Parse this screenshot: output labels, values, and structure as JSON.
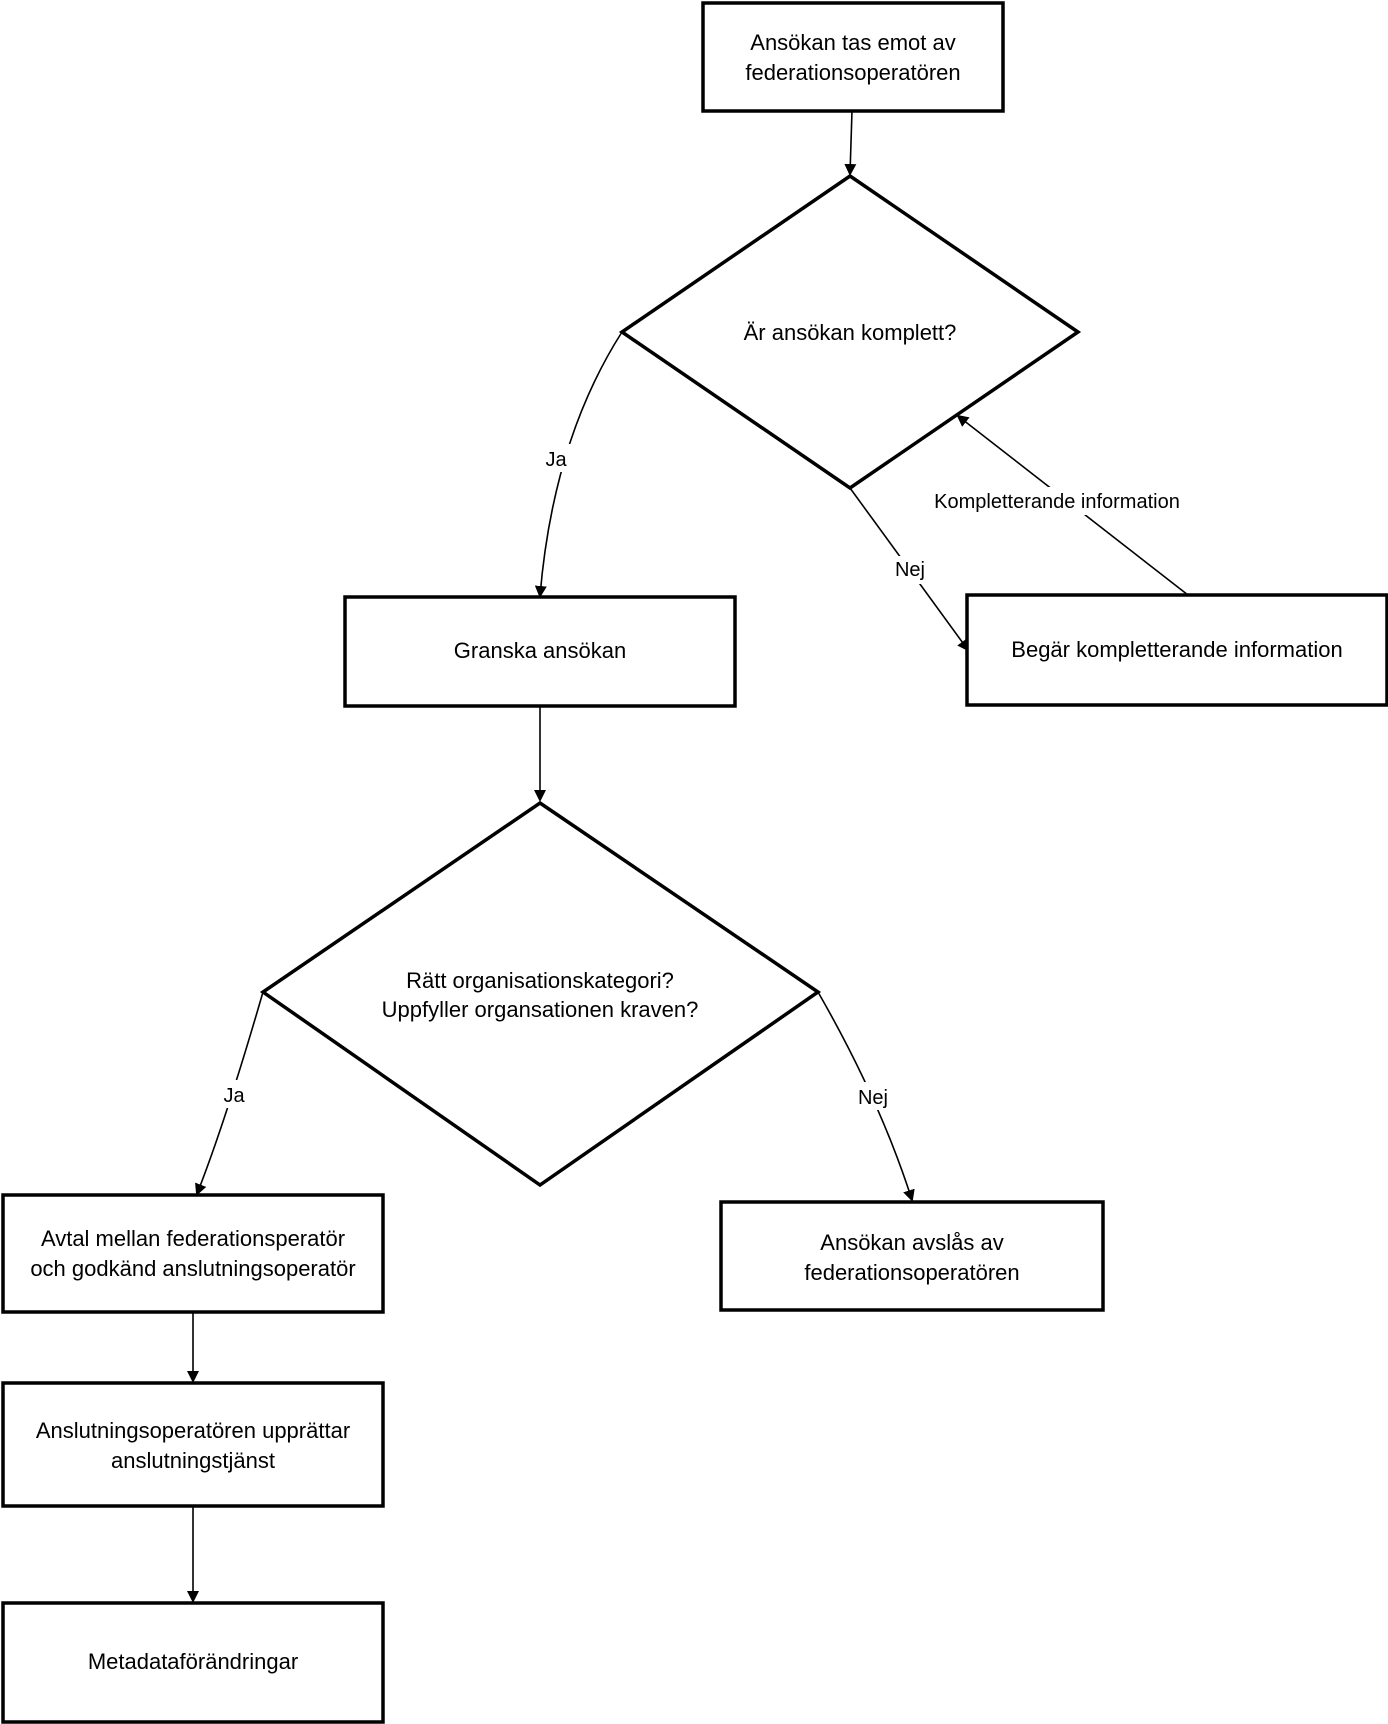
{
  "nodes": {
    "received": {
      "lines": [
        "Ansökan tas emot av",
        "federationsoperatören"
      ]
    },
    "complete_q": {
      "lines": [
        "Är ansökan komplett?"
      ]
    },
    "review": {
      "lines": [
        "Granska ansökan"
      ]
    },
    "request_info": {
      "lines": [
        "Begär kompletterande information"
      ]
    },
    "category_q": {
      "lines": [
        "Rätt organisationskategori?",
        "Uppfyller organsationen kraven?"
      ]
    },
    "agreement": {
      "lines": [
        "Avtal mellan federationsperatör",
        "och godkänd anslutningsoperatör"
      ]
    },
    "rejected": {
      "lines": [
        "Ansökan avslås av",
        "federationsoperatören"
      ]
    },
    "setup": {
      "lines": [
        "Anslutningsoperatören upprättar",
        "anslutningstjänst"
      ]
    },
    "metadata": {
      "lines": [
        "Metadataförändringar"
      ]
    }
  },
  "edge_labels": {
    "complete_yes": "Ja",
    "complete_no": "Nej",
    "supplement": "Kompletterande information",
    "category_yes": "Ja",
    "category_no": "Nej"
  }
}
